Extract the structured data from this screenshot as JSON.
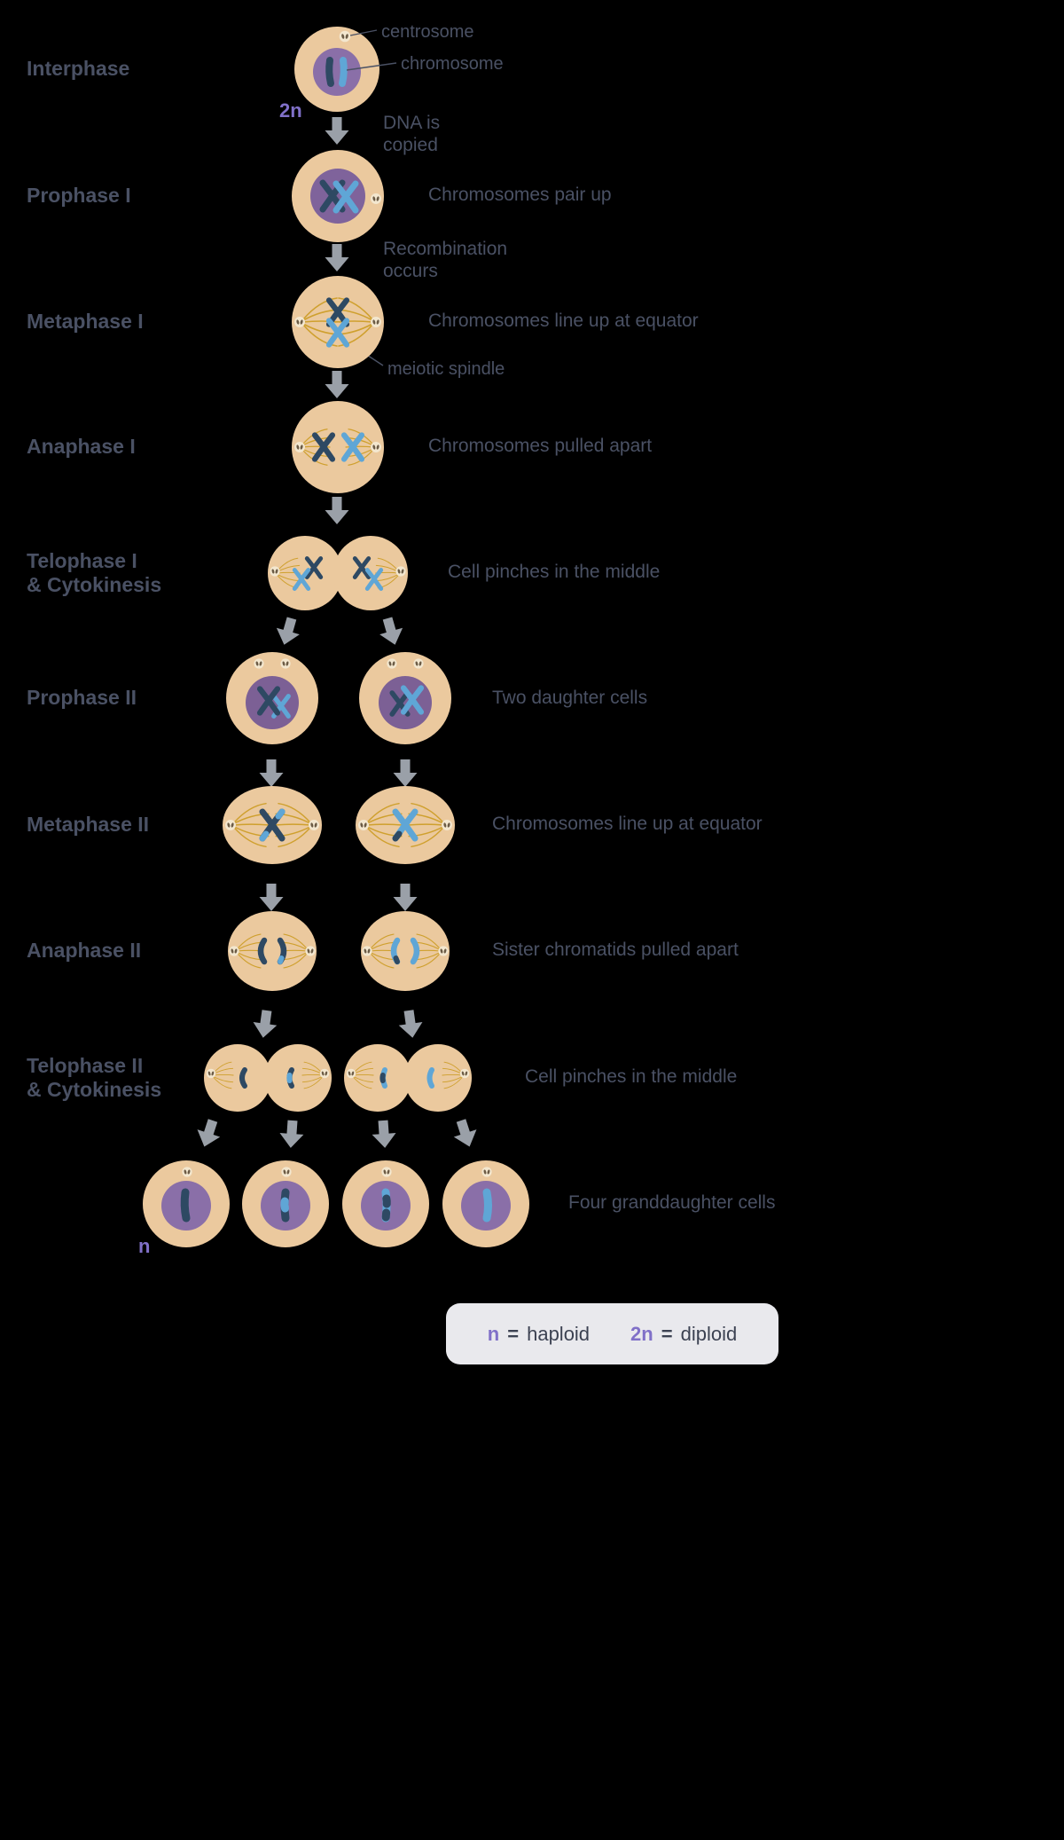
{
  "title": "Meiosis stages diagram",
  "colors": {
    "background": "#000000",
    "cell_cytoplasm": "#ebc99e",
    "nucleus": "#8a6fa8",
    "chromosome_dark": "#2e4963",
    "chromosome_light": "#5fa6d6",
    "spindle_fiber": "#cfa02e",
    "arrow": "#9aa0a8",
    "label_text": "#4a5164",
    "ploidy_text": "#8070c8",
    "legend_background": "#e9e9ed"
  },
  "stages": [
    {
      "label": "Interphase",
      "annotation": ""
    },
    {
      "label": "Prophase I",
      "annotation": "Chromosomes pair up"
    },
    {
      "label": "Metaphase I",
      "annotation": "Chromosomes line up at equator"
    },
    {
      "label": "Anaphase I",
      "annotation": "Chromosomes pulled apart"
    },
    {
      "label": "Telophase I",
      "label2": "& Cytokinesis",
      "annotation": "Cell pinches in the middle"
    },
    {
      "label": "Prophase II",
      "annotation": "Two daughter cells"
    },
    {
      "label": "Metaphase II",
      "annotation": "Chromosomes line up at equator"
    },
    {
      "label": "Anaphase II",
      "annotation": "Sister chromatids pulled apart"
    },
    {
      "label": "Telophase II",
      "label2": "& Cytokinesis",
      "annotation": "Cell pinches in the middle"
    },
    {
      "label": "",
      "annotation": "Four granddaughter cells"
    }
  ],
  "process_notes": {
    "dna": "DNA is copied",
    "recombination": "Recombination occurs"
  },
  "callouts": {
    "centrosome": "centrosome",
    "chromosome": "chromosome",
    "spindle": "meiotic spindle"
  },
  "ploidy": {
    "start": "2n",
    "end": "n"
  },
  "legend": {
    "items": [
      {
        "symbol": "n",
        "separator": "=",
        "term": "haploid"
      },
      {
        "symbol": "2n",
        "separator": "=",
        "term": "diploid"
      }
    ]
  }
}
